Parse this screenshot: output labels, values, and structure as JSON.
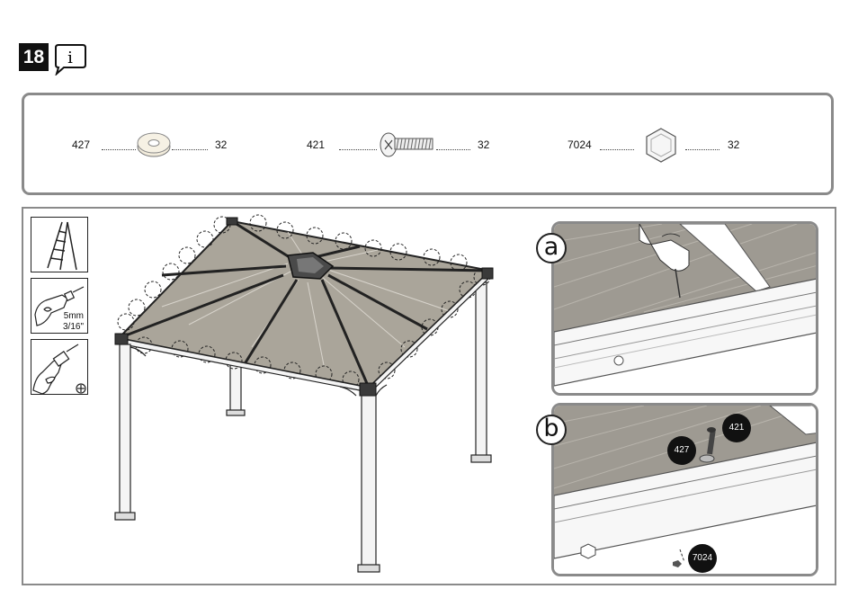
{
  "step": {
    "number": "18"
  },
  "parts": [
    {
      "code": "427",
      "qty": "32",
      "icon": "washer-icon"
    },
    {
      "code": "421",
      "qty": "32",
      "icon": "screw-icon"
    },
    {
      "code": "7024",
      "qty": "32",
      "icon": "cap-nut-icon"
    }
  ],
  "tools": [
    {
      "icon": "ladder-icon"
    },
    {
      "icon": "drill-icon",
      "bit_size": "5mm",
      "bit_size_imperial": "3/16\""
    },
    {
      "icon": "screwdriver-icon",
      "bit": "phillips-icon"
    }
  ],
  "details": [
    {
      "letter": "a"
    },
    {
      "letter": "b",
      "callouts": [
        "421",
        "427",
        "7024"
      ]
    }
  ],
  "colors": {
    "outline": "#8a8a8a",
    "roof": "#aaa59a",
    "badge": "#111111"
  }
}
